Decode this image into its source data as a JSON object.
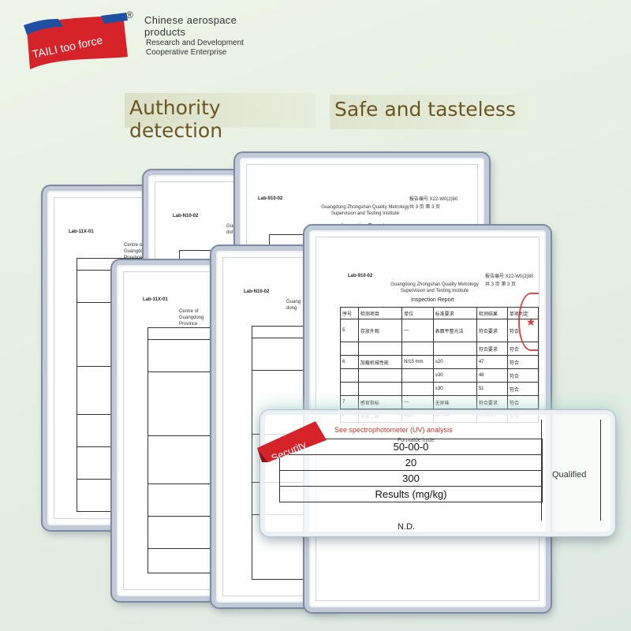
{
  "brand": {
    "logo_text": "TAILI too force",
    "registered_mark": "®",
    "line1": "Chinese aerospace",
    "line2": "products",
    "line3": "Research and Development",
    "line4": "Cooperative Enterprise",
    "colors": {
      "logo_red": "#d6232a",
      "logo_blue": "#1f4fa0"
    }
  },
  "headlines": {
    "left": "Authority detection",
    "right": "Safe and tasteless",
    "color": "#6b5520"
  },
  "report": {
    "code_a": "Lab-910-02",
    "code_b": "Lab-N10-02",
    "code_c": "Lab-11X-01",
    "institute": "Guangdong Zhongshan Quality Metrology Supervision and Testing Institute",
    "title": "Inspection Report",
    "partial_institute": "Guang dong",
    "center_note": "Centre of Guangdong Province",
    "report_number": "报告编号:X22-W0(2)80",
    "page_info": "共 3 页 第 3 页",
    "columns": [
      "序号",
      "检测项目",
      "单位",
      "标准要求",
      "检测结果",
      "单项判定"
    ],
    "rows": [
      [
        "5",
        "存放外观",
        "—",
        "表面平整光洁",
        "符合要求",
        "符合"
      ],
      [
        "",
        "",
        "",
        "",
        "符合要求",
        "符合"
      ],
      [
        "6",
        "加载机械性能",
        "N/15 mm",
        "≥20",
        "47",
        "符合"
      ],
      [
        "",
        "",
        "",
        "≥30",
        "48",
        "符合"
      ],
      [
        "",
        "",
        "",
        "≥30",
        "51",
        "符合"
      ],
      [
        "7",
        "感官指标",
        "—",
        "无异味",
        "符合要求",
        "符合"
      ],
      [
        "8",
        "甲苯二胺",
        "mg/L",
        "≤0.004",
        "<0.0001",
        "符合"
      ]
    ]
  },
  "security": {
    "ribbon": "Security",
    "uv_label": "See spectrophotometer (UV) analysis",
    "substance": "Formalde hyde",
    "cas": "50-00-0",
    "value1": "20",
    "value2": "300",
    "results_label": "Results (mg/kg)",
    "result": "N.D.",
    "verdict": "Qualified"
  }
}
